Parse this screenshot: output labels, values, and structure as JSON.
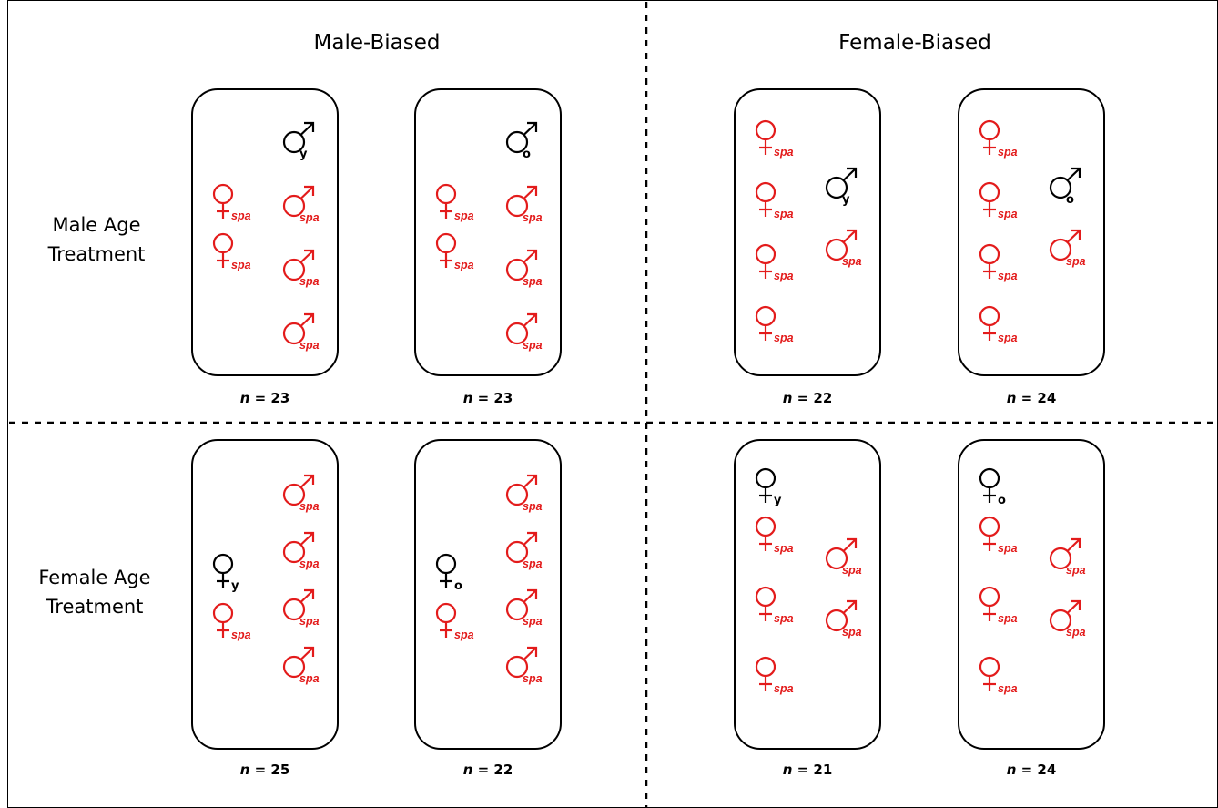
{
  "colors": {
    "mutant": "#e31b1b",
    "focal": "#000000",
    "box": "#000000"
  },
  "columns": {
    "male_biased": "Male-Biased",
    "female_biased": "Female-Biased"
  },
  "rows": {
    "male_age": {
      "line1": "Male Age",
      "line2": "Treatment"
    },
    "female_age": {
      "line1": "Female Age",
      "line2": "Treatment"
    }
  },
  "symbols": {
    "female": "female-symbol-icon",
    "male": "male-symbol-icon",
    "mutant_subscript": "spa",
    "young_subscript": "y",
    "old_subscript": "o"
  },
  "n_prefix": "n",
  "cages": [
    {
      "row": "male_age",
      "group": "male_biased",
      "focal": {
        "sex": "male",
        "age": "y"
      },
      "mutant_females": 2,
      "mutant_males": 3,
      "n": "23"
    },
    {
      "row": "male_age",
      "group": "male_biased",
      "focal": {
        "sex": "male",
        "age": "o"
      },
      "mutant_females": 2,
      "mutant_males": 3,
      "n": "23"
    },
    {
      "row": "male_age",
      "group": "female_biased",
      "focal": {
        "sex": "male",
        "age": "y"
      },
      "mutant_females": 4,
      "mutant_males": 1,
      "n": "22"
    },
    {
      "row": "male_age",
      "group": "female_biased",
      "focal": {
        "sex": "male",
        "age": "o"
      },
      "mutant_females": 4,
      "mutant_males": 1,
      "n": "24"
    },
    {
      "row": "female_age",
      "group": "male_biased",
      "focal": {
        "sex": "female",
        "age": "y"
      },
      "mutant_females": 1,
      "mutant_males": 4,
      "n": "25"
    },
    {
      "row": "female_age",
      "group": "male_biased",
      "focal": {
        "sex": "female",
        "age": "o"
      },
      "mutant_females": 1,
      "mutant_males": 4,
      "n": "22"
    },
    {
      "row": "female_age",
      "group": "female_biased",
      "focal": {
        "sex": "female",
        "age": "y"
      },
      "mutant_females": 3,
      "mutant_males": 2,
      "n": "21"
    },
    {
      "row": "female_age",
      "group": "female_biased",
      "focal": {
        "sex": "female",
        "age": "o"
      },
      "mutant_females": 3,
      "mutant_males": 2,
      "n": "24"
    }
  ]
}
